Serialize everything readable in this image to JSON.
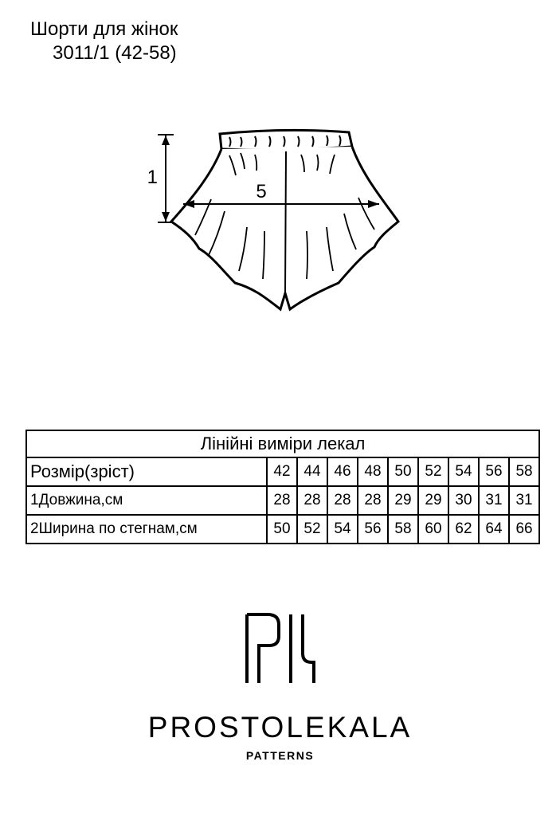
{
  "header": {
    "title": "Шорти для жінок",
    "code": "3011/1 (42-58)"
  },
  "drawing": {
    "dim_length_label": "1",
    "dim_width_label": "5"
  },
  "table": {
    "heading": "Лінійні виміри лекал",
    "rows": [
      {
        "label": "Розмір(зріст)",
        "values": [
          "42",
          "44",
          "46",
          "48",
          "50",
          "52",
          "54",
          "56",
          "58"
        ]
      },
      {
        "label": "1Довжина,см",
        "values": [
          "28",
          "28",
          "28",
          "28",
          "29",
          "29",
          "30",
          "31",
          "31"
        ]
      },
      {
        "label": "2Ширина по стегнам,см",
        "values": [
          "50",
          "52",
          "54",
          "56",
          "58",
          "60",
          "62",
          "64",
          "66"
        ]
      }
    ]
  },
  "brand": {
    "name": "PROSTOLEKALA",
    "tagline": "PATTERNS"
  }
}
